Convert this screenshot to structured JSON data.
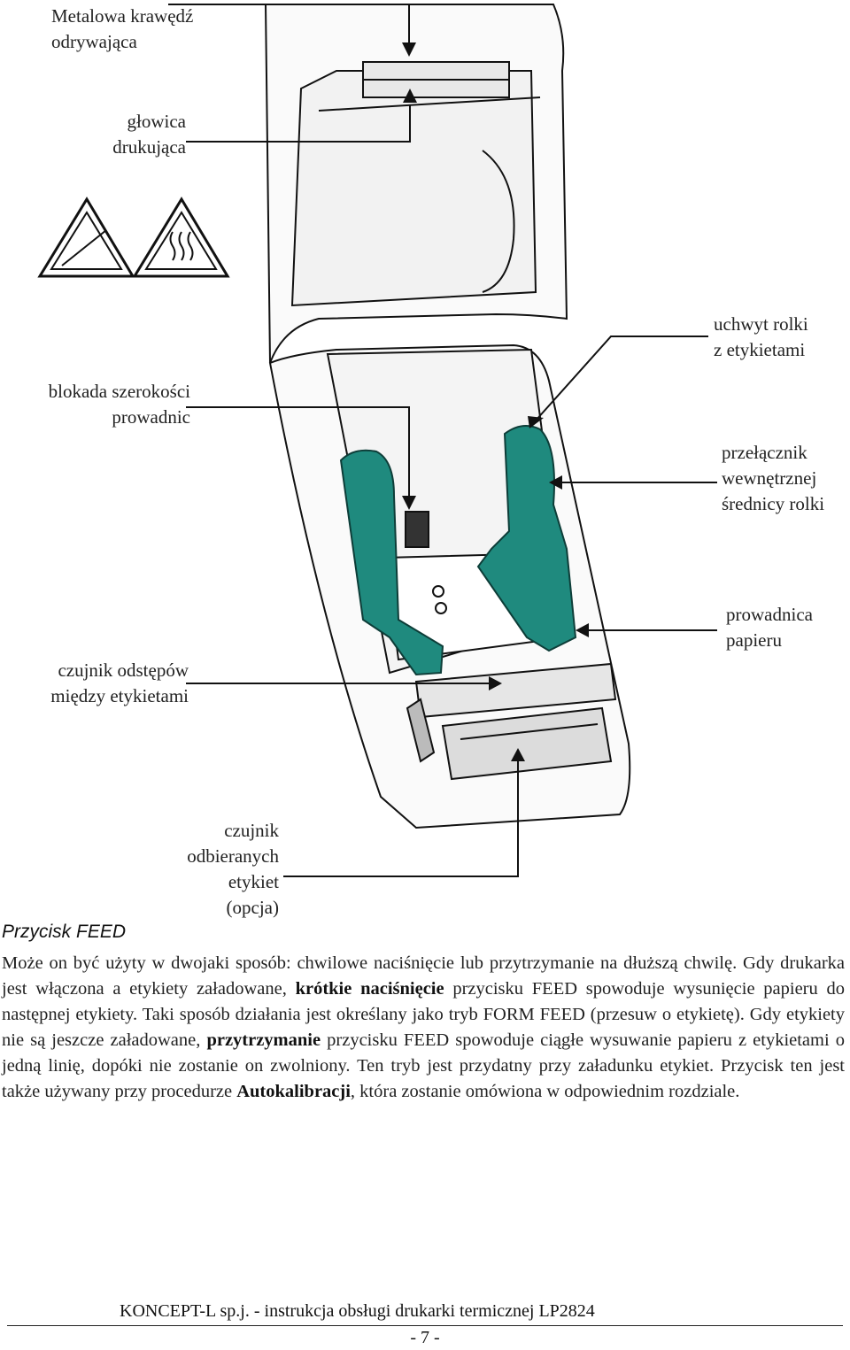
{
  "labels": {
    "metal_edge": [
      "Metalowa krawędź",
      "odrywająca"
    ],
    "print_head": [
      "głowica",
      "drukująca"
    ],
    "roll_holder": [
      "uchwyt rolki",
      "z etykietami"
    ],
    "width_lock": [
      "blokada szerokości",
      "prowadnic"
    ],
    "core_switch": [
      "przełącznik",
      "wewnętrznej",
      "średnicy rolki"
    ],
    "paper_guide": [
      "prowadnica",
      "papieru"
    ],
    "gap_sensor": [
      "czujnik odstępów",
      "między etykietami"
    ],
    "peel_sensor": [
      "czujnik",
      "odbieranych",
      "etykiet",
      "(opcja)"
    ]
  },
  "section": {
    "title": "Przycisk FEED",
    "p1": "Może on być użyty w dwojaki sposób: chwilowe naciśnięcie lub przytrzymanie na dłuższą chwilę. Gdy drukarka jest włączona a etykiety załadowane, ",
    "b1": "krótkie naciśnięcie",
    "p2": " przycisku FEED spowoduje wysunięcie papieru do następnej etykiety. Taki sposób działania jest określany jako tryb FORM FEED (przesuw o etykietę). Gdy etykiety nie są jeszcze załadowane, ",
    "b2": "przytrzymanie",
    "p3": " przycisku FEED spowoduje ciągłe wysuwanie papieru z etykietami o jedną linię, dopóki nie zostanie on zwolniony. Ten tryb jest przydatny przy załadunku etykiet. Przycisk ten jest także używany przy procedurze ",
    "b3": "Autokalibracji",
    "p4": ", która zostanie omówiona w odpowiednim rozdziale."
  },
  "footer": {
    "text": "KONCEPT-L sp.j. - instrukcja obsługi drukarki termicznej  LP2824",
    "page": "- 7 -"
  },
  "colors": {
    "holder_green": "#1f8a7e",
    "line": "#111111"
  }
}
